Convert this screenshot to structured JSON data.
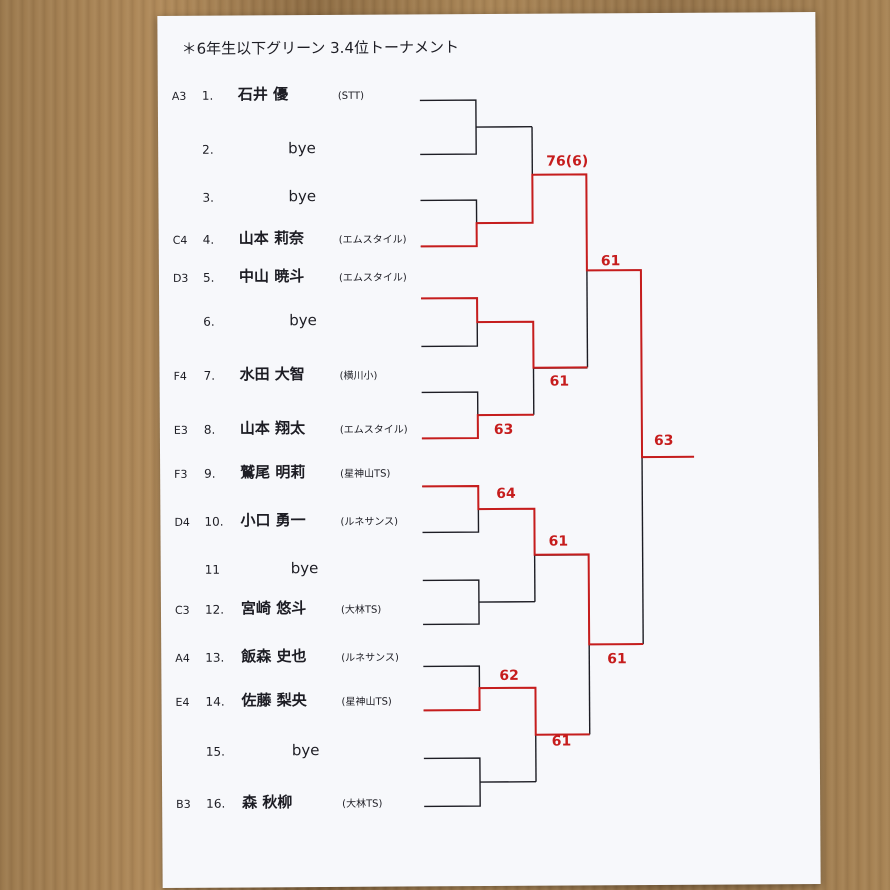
{
  "title": "＊6年生以下グリーン 3.4位トーナメント",
  "entries": [
    {
      "seed": "A3",
      "no": "1.",
      "name": "石井 優",
      "club": "(STT)"
    },
    {
      "seed": "",
      "no": "2.",
      "name": "bye",
      "club": ""
    },
    {
      "seed": "",
      "no": "3.",
      "name": "bye",
      "club": ""
    },
    {
      "seed": "C4",
      "no": "4.",
      "name": "山本 莉奈",
      "club": "(エムスタイル)"
    },
    {
      "seed": "D3",
      "no": "5.",
      "name": "中山 暁斗",
      "club": "(エムスタイル)"
    },
    {
      "seed": "",
      "no": "6.",
      "name": "bye",
      "club": ""
    },
    {
      "seed": "F4",
      "no": "7.",
      "name": "水田 大智",
      "club": "(横川小)"
    },
    {
      "seed": "E3",
      "no": "8.",
      "name": "山本 翔太",
      "club": "(エムスタイル)"
    },
    {
      "seed": "F3",
      "no": "9.",
      "name": "鷲尾 明莉",
      "club": "(星神山TS)"
    },
    {
      "seed": "D4",
      "no": "10.",
      "name": "小口 勇一",
      "club": "(ルネサンス)"
    },
    {
      "seed": "",
      "no": "11",
      "name": "bye",
      "club": ""
    },
    {
      "seed": "C3",
      "no": "12.",
      "name": "宮崎 悠斗",
      "club": "(大林TS)"
    },
    {
      "seed": "A4",
      "no": "13.",
      "name": "飯森 史也",
      "club": "(ルネサンス)"
    },
    {
      "seed": "E4",
      "no": "14.",
      "name": "佐藤 梨央",
      "club": "(星神山TS)"
    },
    {
      "seed": "",
      "no": "15.",
      "name": "bye",
      "club": ""
    },
    {
      "seed": "B3",
      "no": "16.",
      "name": "森 秋柳",
      "club": "(大林TS)"
    }
  ],
  "scores": {
    "r2_1": "76(6)",
    "r2_2": "61",
    "r1_4": "63",
    "r1_5": "64",
    "r2_3": "61",
    "r1_7": "62",
    "r2_4": "61",
    "r3_1": "61",
    "r3_2": "61",
    "final": "63"
  },
  "colors": {
    "ink": "#1d1d24",
    "winner_line": "#c61d1d",
    "paper": "#f7f8fb"
  }
}
